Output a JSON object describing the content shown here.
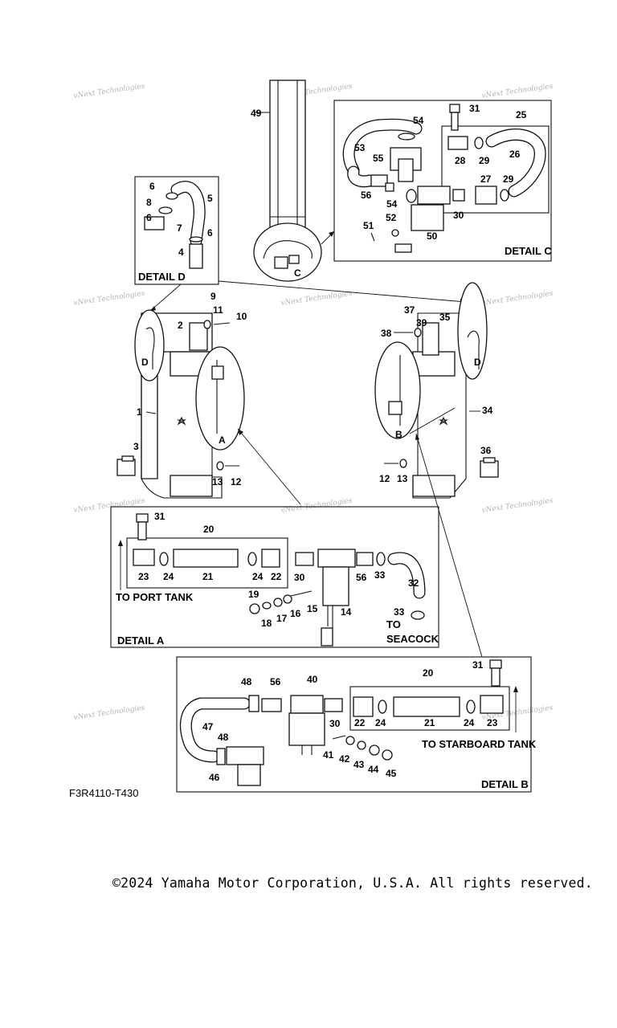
{
  "details": {
    "a": "DETAIL A",
    "b": "DETAIL B",
    "c": "DETAIL C",
    "d": "DETAIL D"
  },
  "markers": {
    "a": "A",
    "b": "B",
    "c": "C",
    "d_port": "D",
    "d_starboard": "D"
  },
  "notes": {
    "to_port_tank": "TO PORT TANK",
    "to_starboard_tank": "TO STARBOARD TANK",
    "to": "TO",
    "seacock": "SEACOCK"
  },
  "watermark": "vNext Technologies",
  "reference_code": "F3R4110-T430",
  "copyright": "©2024 Yamaha Motor Corporation, U.S.A. All rights reserved."
}
